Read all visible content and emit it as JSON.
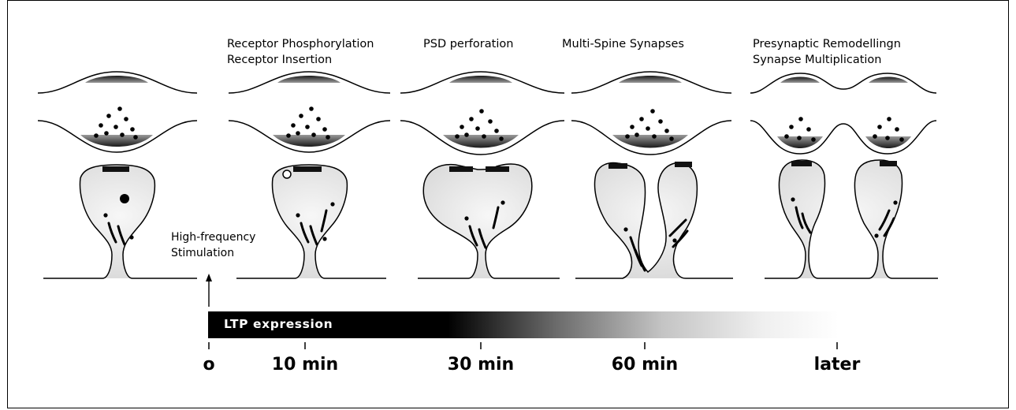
{
  "stage_captions": [
    [
      "Receptor Phosphorylation",
      "Receptor Insertion"
    ],
    [
      "PSD perforation"
    ],
    [
      "Multi-Spine Synapses"
    ],
    [
      "Presynaptic Remodellingn",
      "Synapse Multiplication"
    ]
  ],
  "stimulation_label": [
    "High-frequency",
    "Stimulation"
  ],
  "bar_label": "LTP expression",
  "time_labels": [
    "o",
    "10 min",
    "30 min",
    "60 min",
    "later"
  ],
  "colors": {
    "ink": "#000000",
    "spine_fill": "#ececec",
    "bar_dark": "#000000"
  }
}
